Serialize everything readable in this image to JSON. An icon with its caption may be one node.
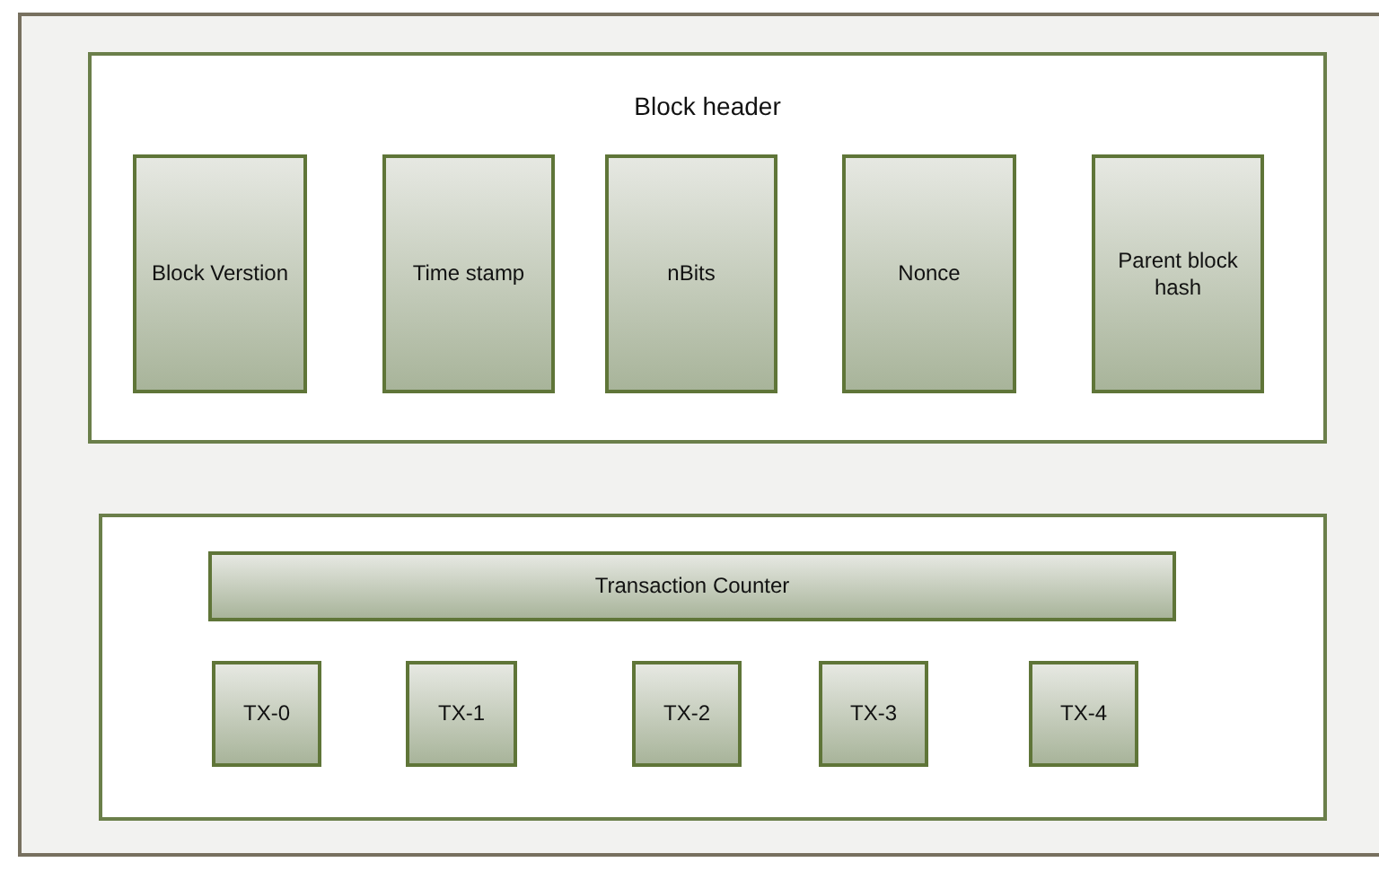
{
  "diagram": {
    "nodes": [
      {
        "text": [
          "Block header"
        ]
      },
      {
        "text": [
          "Block Verstion"
        ],
        "in": 0
      },
      {
        "text": [
          "Time stamp"
        ],
        "in": 0
      },
      {
        "text": [
          "nBits"
        ],
        "in": 0
      },
      {
        "text": [
          "Nonce"
        ],
        "in": 0
      },
      {
        "text": [
          "Parent block hash"
        ],
        "in": 0
      },
      {
        "text": [],
        "shape": "box"
      },
      {
        "text": [
          "Transaction Counter"
        ],
        "in": 6
      },
      {
        "text": [
          "TX-0"
        ],
        "in": 6
      },
      {
        "text": [
          "TX-1"
        ],
        "in": 6
      },
      {
        "text": [
          "TX-2"
        ],
        "in": 6
      },
      {
        "text": [
          "TX-3"
        ],
        "in": 6
      },
      {
        "text": [
          "TX-4"
        ],
        "in": 6
      }
    ]
  }
}
